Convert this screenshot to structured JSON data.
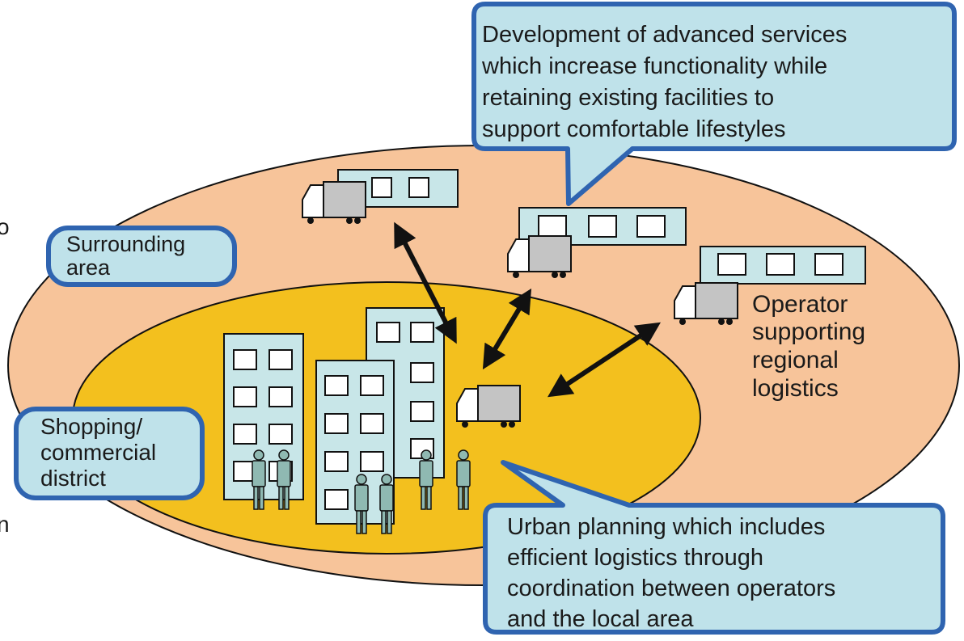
{
  "labels": {
    "surrounding_area": [
      "Surrounding",
      "area"
    ],
    "shopping_district": [
      "Shopping/",
      "commercial",
      "district"
    ],
    "operator": [
      "Operator",
      "supporting",
      "regional",
      "logistics"
    ]
  },
  "callouts": {
    "top": [
      "Development of advanced services",
      "which increase functionality while",
      "retaining existing facilities to",
      "support comfortable lifestyles"
    ],
    "bottom": [
      "Urban planning which includes",
      "efficient logistics through",
      "coordination between operators",
      "and the local area"
    ]
  },
  "edge_fragments": {
    "left_upper": "o",
    "left_lower": "n"
  },
  "colors": {
    "outer_area": "#f7c49a",
    "inner_district": "#f3c01e",
    "building": "#c8e6e8",
    "callout_fill": "#bfe2ea",
    "callout_border": "#2f64b0",
    "truck_cargo": "#c4c4c4",
    "person": "#8fb9b2"
  }
}
